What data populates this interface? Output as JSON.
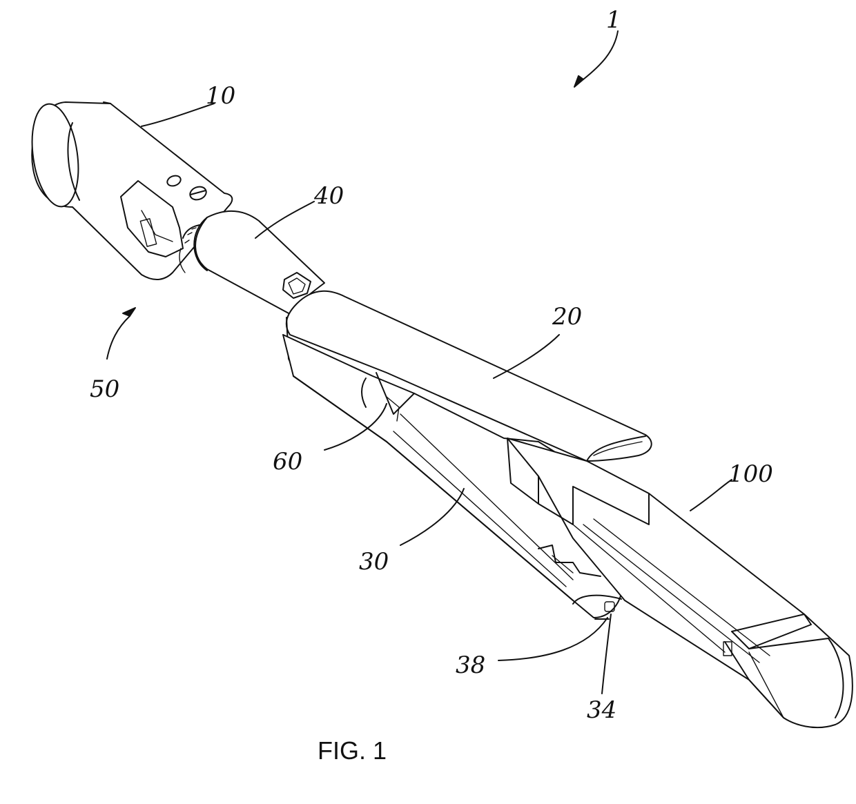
{
  "figure": {
    "caption": "FIG. 1",
    "labels": {
      "assembly": "1",
      "handle_part": "10",
      "upper_jaw": "20",
      "lower_jaw": "30",
      "lower_jaw_tip_detail": "34",
      "lower_jaw_tip_feature": "38",
      "joint_collar": "40",
      "articulation_joint": "50",
      "pivot_feature": "60",
      "cartridge": "100"
    }
  },
  "colors": {
    "ink": "#111111",
    "paper": "#ffffff"
  }
}
